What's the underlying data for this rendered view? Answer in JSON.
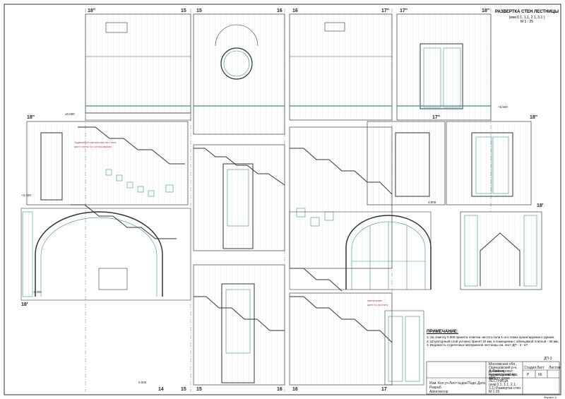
{
  "header": {
    "title": "РАЗВЕРТКА СТЕН ЛЕСТНИЦЫ",
    "subtitle": "(кнм.0.1, 1.1, 2.1, 3.1 )",
    "scale": "М 1 : 25"
  },
  "axes_top": [
    "18\"",
    "15",
    "15",
    "16",
    "16",
    "17\"",
    "17\"",
    "18\""
  ],
  "axes_mid": [
    "18\"",
    "17\"",
    "18\""
  ],
  "axes_bottom": [
    "14",
    "15",
    "15",
    "16",
    "16",
    "17"
  ],
  "axis_left_lower": "18'",
  "axis_right_lower": "18'",
  "notes": {
    "heading": "ПРИМЕЧАНИЕ:",
    "items": [
      "1. За отметку 0.000 принята отметка чистого пола 1-ого этажа проектируемого здания.",
      "2. Штукатурный слой условно принят 20 мм, в помещении с облицовкой плиткой - 30 мм.",
      "3. Ведомость отделочных материалов лестницы см. лист ДП - 3 - 67."
    ]
  },
  "title_block": {
    "sheet_code": "ДП-3",
    "address": "Московская обл., Одинцовский р-н, п. Ликино, Курчатовский пр., 30/1",
    "project": "Дизайн-проект индивидуального жилого дома",
    "sheet_title": "ЛЕСТНИЦА (кнм.0.1, 1.1, 2.1, 3.1) Развертки стен",
    "scale": "М 1:25",
    "stage_label": "Стадия",
    "sheet_label": "Лист",
    "sheets_label": "Листов",
    "stage": "Р",
    "sheet_no": "66",
    "roles": [
      "Изм.",
      "Кол.уч",
      "Лист",
      "№док",
      "Подп.",
      "Дата",
      "Разраб.",
      "Архитектор"
    ],
    "format": "Формат А"
  },
  "annotations": {
    "label_red_1": "Задвижной светильник по стене",
    "label_red_2": "цвет стены по согласованию",
    "label_red_3": "светильник",
    "label_red_4": "цвет по проекту",
    "level_1": "±0.000",
    "level_2": "+3.300",
    "level_3": "+6.500",
    "level_4": "-3.300",
    "level_5": "3.900",
    "level_6": "0.000"
  },
  "colors": {
    "line": "#333333",
    "accent_teal": "#3a8f8f",
    "accent_red": "#d0343c",
    "paper": "#ffffff",
    "light_fill": "#e9f2f2"
  }
}
